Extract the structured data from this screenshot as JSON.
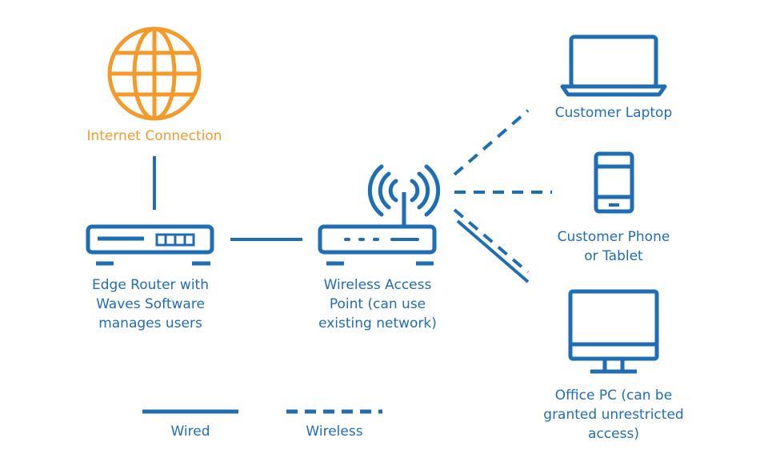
{
  "colors": {
    "network_blue": "#1f6db5",
    "internet_orange": "#f39a2b",
    "background": "#ffffff"
  },
  "nodes": {
    "internet": {
      "icon": "globe-icon",
      "label": "Internet Connection"
    },
    "router": {
      "icon": "router-icon",
      "label_lines": [
        "Edge Router with",
        "Waves Software",
        "manages users"
      ]
    },
    "access_point": {
      "icon": "wireless-access-point-icon",
      "label_lines": [
        "Wireless Access",
        "Point (can use",
        "existing network)"
      ]
    },
    "laptop": {
      "icon": "laptop-icon",
      "label": "Customer Laptop"
    },
    "phone": {
      "icon": "phone-icon",
      "label_lines": [
        "Customer Phone",
        "or Tablet"
      ]
    },
    "pc": {
      "icon": "desktop-monitor-icon",
      "label_lines": [
        "Office PC (can be",
        "granted unrestricted",
        "access)"
      ]
    }
  },
  "connections": [
    {
      "from": "internet",
      "to": "router",
      "type": "wired"
    },
    {
      "from": "router",
      "to": "access_point",
      "type": "wired"
    },
    {
      "from": "access_point",
      "to": "laptop",
      "type": "wireless"
    },
    {
      "from": "access_point",
      "to": "phone",
      "type": "wireless"
    },
    {
      "from": "access_point",
      "to": "pc",
      "type": "wireless"
    }
  ],
  "legend": {
    "wired_label": "Wired",
    "wireless_label": "Wireless"
  }
}
